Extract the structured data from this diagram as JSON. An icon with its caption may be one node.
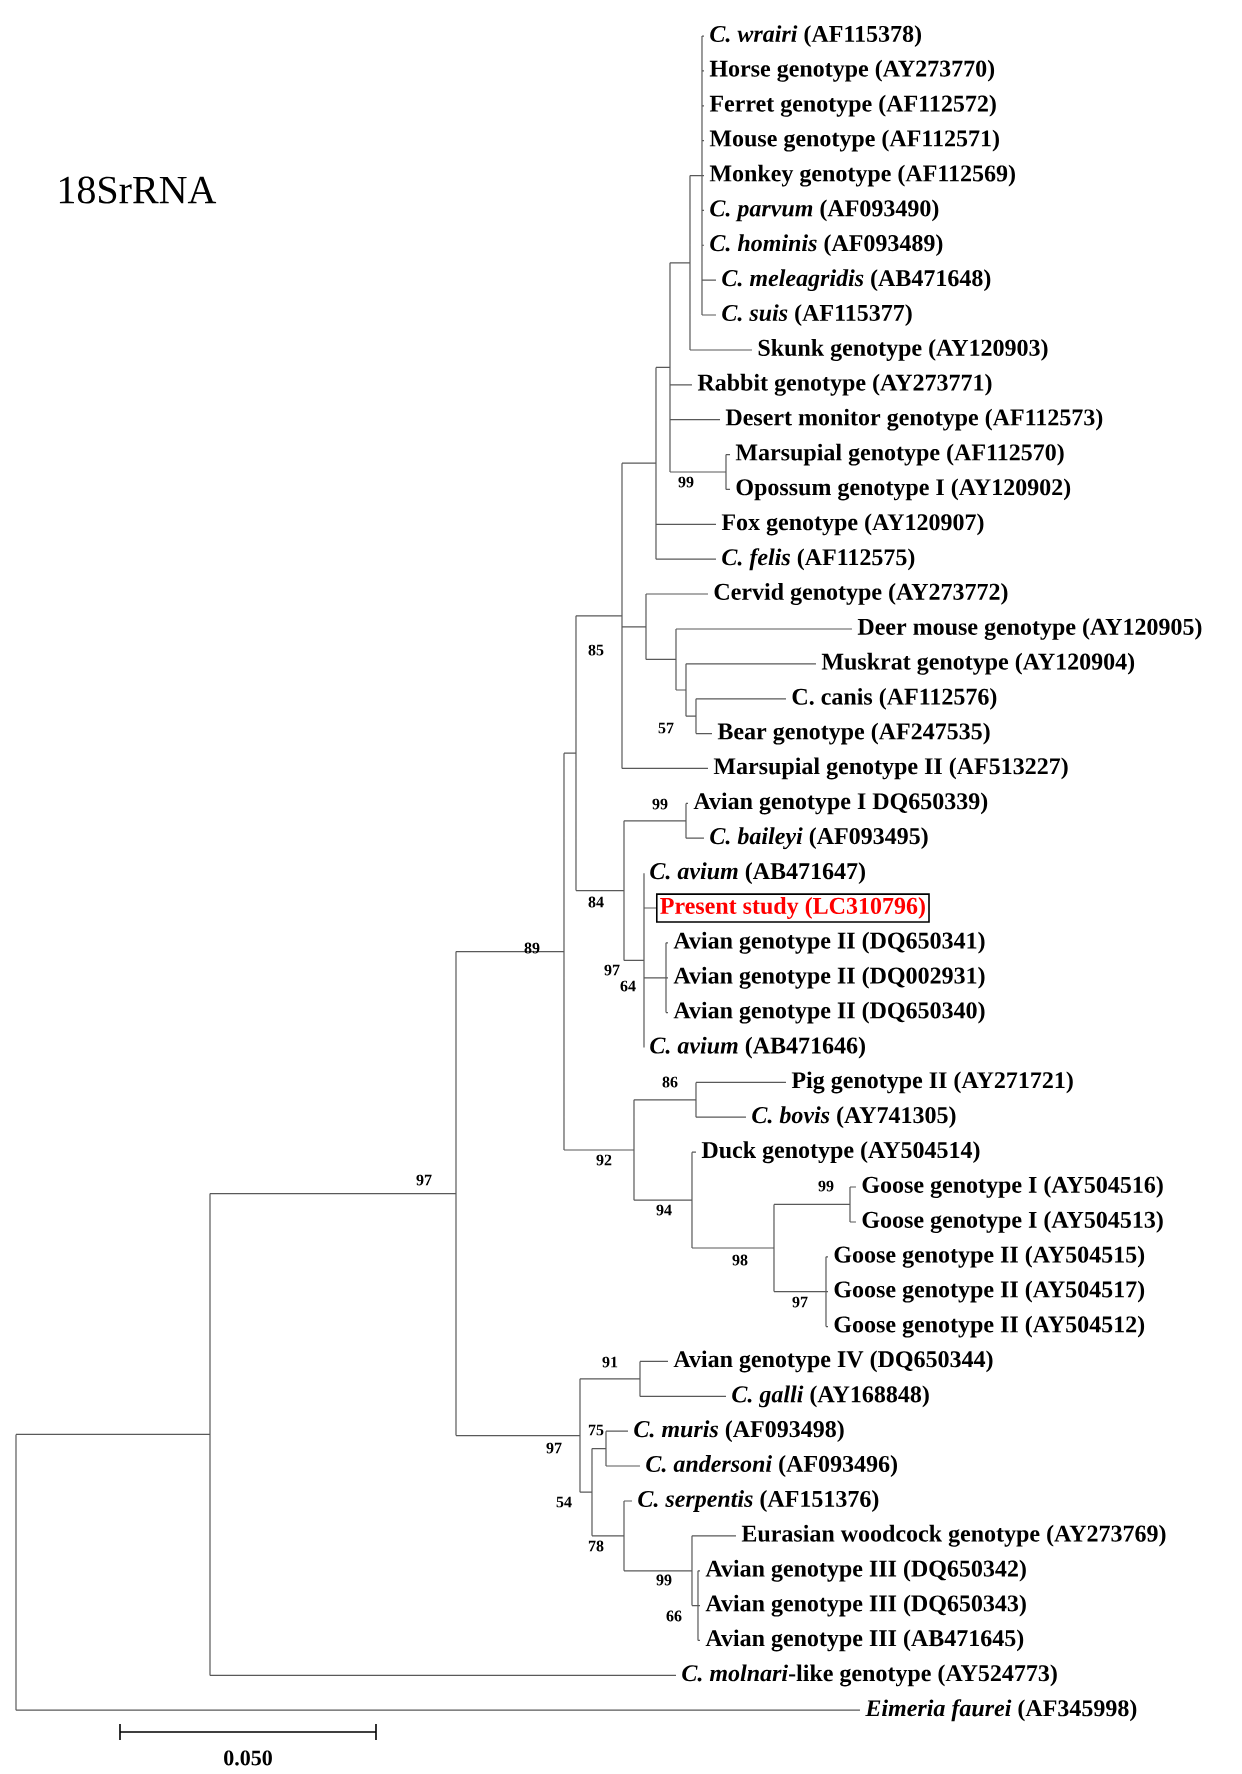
{
  "diagram": {
    "title": "18SrRNA",
    "labels": [
      "*C. wrairi* (AF115378)",
      "Horse genotype (AY273770)",
      "Ferret genotype (AF112572)",
      "Mouse genotype (AF112571)",
      "Monkey genotype (AF112569)",
      "*C. parvum* (AF093490)",
      "*C. hominis* (AF093489)",
      "*C. meleagridis* (AB471648)",
      "*C. suis* (AF115377)",
      "Skunk genotype (AY120903)",
      "Rabbit genotype (AY273771)",
      "Desert monitor genotype (AF112573)",
      "Marsupial genotype (AF112570)",
      "Opossum genotype I (AY120902)",
      "Fox genotype (AY120907)",
      "*C. felis* (AF112575)",
      "Cervid genotype (AY273772)",
      "Deer mouse genotype (AY120905)",
      "Muskrat genotype (AY120904)",
      "C. canis (AF112576)",
      "Bear genotype (AF247535)",
      "Marsupial genotype II (AF513227)",
      "Avian genotype I DQ650339)",
      "*C. baileyi* (AF093495)",
      "*C. avium* (AB471647)",
      "Present study (LC310796)",
      "Avian genotype II (DQ650341)",
      "Avian genotype II (DQ002931)",
      "Avian genotype II (DQ650340)",
      "*C. avium* (AB471646)",
      "Pig genotype II (AY271721)",
      "*C. bovis* (AY741305)",
      "Duck genotype (AY504514)",
      "Goose genotype I (AY504516)",
      "Goose genotype I (AY504513)",
      "Goose genotype II (AY504515)",
      "Goose genotype II (AY504517)",
      "Goose genotype II (AY504512)",
      "Avian genotype IV (DQ650344)",
      "*C. galli* (AY168848)",
      "*C. muris* (AF093498)",
      "*C. andersoni* (AF093496)",
      "*C. serpentis* (AF151376)",
      "Eurasian woodcock genotype (AY273769)",
      "Avian genotype III (DQ650342)",
      "Avian genotype III (DQ650343)",
      "Avian genotype III (AB471645)",
      "*C. molnari*-like genotype (AY524773)",
      "*Eimeria faurei* (AF345998)",
      "99",
      "85",
      "57",
      "99",
      "84",
      "89",
      "97",
      "64",
      "86",
      "92",
      "97",
      "99",
      "94",
      "98",
      "97",
      "91",
      "75",
      "97",
      "54",
      "78",
      "99",
      "66",
      "0.050"
    ]
  }
}
